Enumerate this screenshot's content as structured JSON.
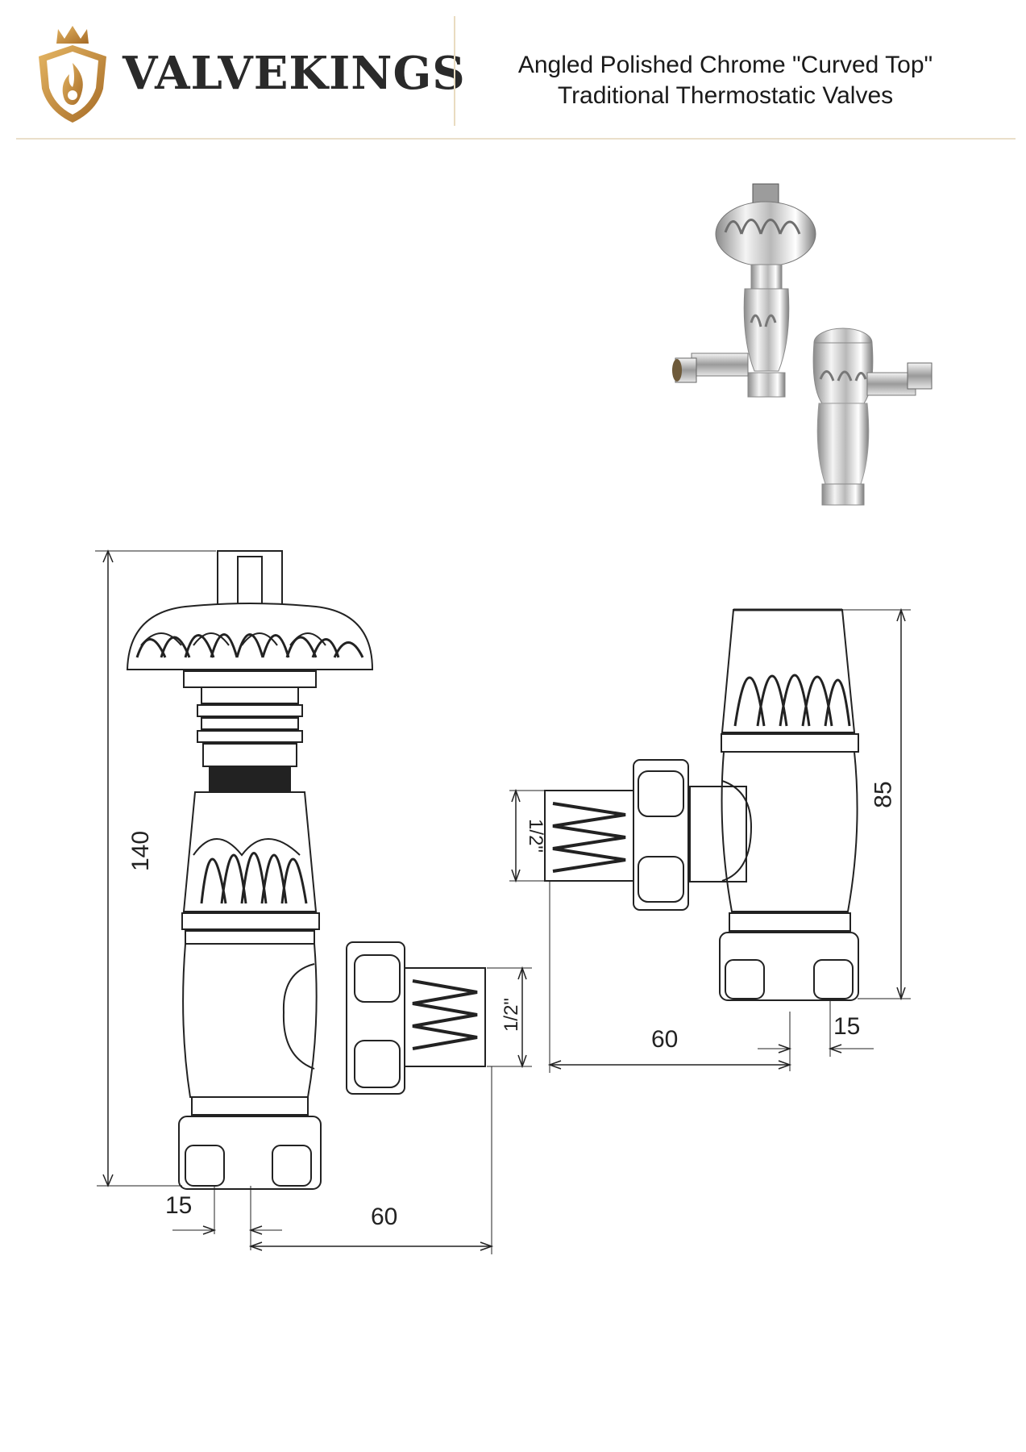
{
  "header": {
    "brand": "VALVEKINGS",
    "title_line1": "Angled Polished Chrome \"Curved Top\"",
    "title_line2": "Traditional Thermostatic Valves"
  },
  "dimensions": {
    "thermostatic": {
      "height": "140",
      "offset": "15",
      "width": "60",
      "thread": "1/2\""
    },
    "lockshield": {
      "height": "85",
      "offset": "15",
      "width": "60",
      "thread": "1/2\""
    }
  },
  "colors": {
    "accent": "#c9974a",
    "brand_text": "#2a2a2a",
    "rule": "#eadfca"
  },
  "icons": [
    "crown-shield-flame-logo"
  ]
}
